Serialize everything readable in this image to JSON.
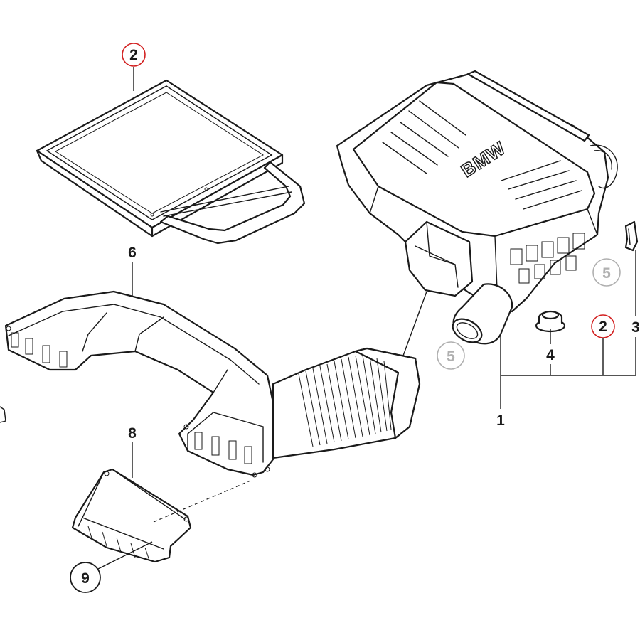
{
  "callouts": {
    "air_filter": "2",
    "intake_duct": "6",
    "grommet": "5",
    "intake_silencer": "2",
    "clip": "3",
    "damper": "4",
    "filter_housing": "1",
    "inlet_adapter": "8",
    "seal": "9",
    "grommet_2": "5"
  },
  "housing_logo": "BMW",
  "colors": {
    "line": "#1a1a1a",
    "highlight_ring": "#d22020",
    "reference_grey": "#b0b0b0",
    "background": "#ffffff"
  }
}
